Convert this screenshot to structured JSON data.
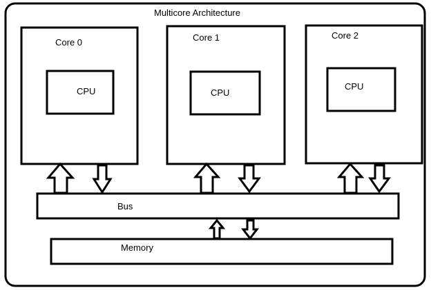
{
  "title": "Multicore Architecture",
  "cores": [
    {
      "label": "Core 0",
      "cpu_label": "CPU"
    },
    {
      "label": "Core 1",
      "cpu_label": "CPU"
    },
    {
      "label": "Core 2",
      "cpu_label": "CPU"
    }
  ],
  "bus_label": "Bus",
  "memory_label": "Memory",
  "colors": {
    "stroke": "#000000",
    "background": "#ffffff"
  }
}
